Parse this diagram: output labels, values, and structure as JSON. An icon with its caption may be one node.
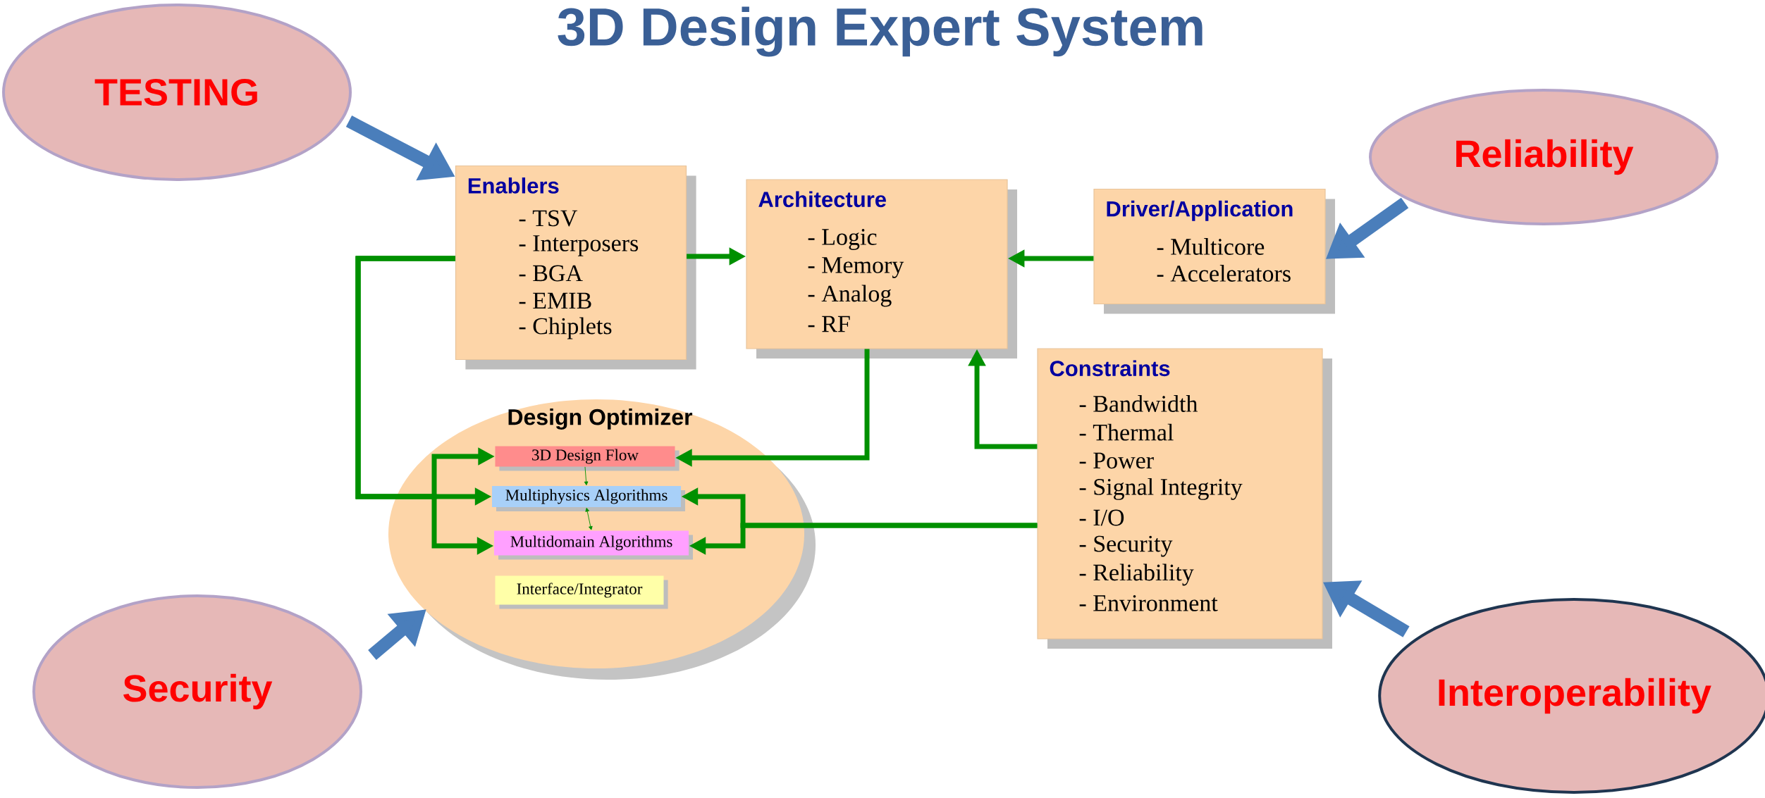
{
  "diagram": {
    "title": "3D Design Expert System",
    "nodes": [
      {
        "text": [
          "TESTING"
        ]
      },
      {
        "text": [
          "Reliability"
        ]
      },
      {
        "text": [
          "Security"
        ]
      },
      {
        "text": [
          "Interoperability"
        ]
      },
      {
        "text": [
          "Enablers",
          "- TSV",
          "- Interposers",
          "- BGA",
          "- EMIB",
          "- Chiplets"
        ]
      },
      {
        "text": [
          "Architecture",
          "- Logic",
          "- Memory",
          "- Analog",
          "- RF"
        ]
      },
      {
        "text": [
          "Driver/Application",
          "- Multicore",
          "- Accelerators"
        ]
      },
      {
        "text": [
          "Constraints",
          "- Bandwidth",
          "- Thermal",
          "- Power",
          "- Signal Integrity",
          "- I/O",
          "- Security",
          "- Reliability",
          "- Environment"
        ]
      },
      {
        "text": [
          "Design Optimizer"
        ]
      },
      {
        "text": [
          "3D Design Flow"
        ],
        "in": 8
      },
      {
        "text": [
          "Multiphysics Algorithms"
        ],
        "in": 8
      },
      {
        "text": [
          "Multidomain Algorithms"
        ],
        "in": 8
      },
      {
        "text": [
          "Interface/Integrator"
        ],
        "in": 8
      }
    ],
    "edges": [
      {
        "from": 0,
        "to": 4,
        "arrow": "to",
        "style": "thick",
        "color": "#4a7ebb"
      },
      {
        "from": 1,
        "to": 6,
        "arrow": "to",
        "style": "thick",
        "color": "#4a7ebb"
      },
      {
        "from": 2,
        "to": 8,
        "arrow": "to",
        "style": "thick",
        "color": "#4a7ebb"
      },
      {
        "from": 3,
        "to": 7,
        "arrow": "to",
        "style": "thick",
        "color": "#4a7ebb"
      },
      {
        "from": 4,
        "to": 5,
        "arrow": "to"
      },
      {
        "from": 6,
        "to": 5,
        "arrow": "to"
      },
      {
        "from": 5,
        "to": 9,
        "arrow": "to"
      },
      {
        "from": 7,
        "to": 5,
        "arrow": "to"
      },
      {
        "from": 7,
        "to": 10,
        "arrow": "to"
      },
      {
        "from": 7,
        "to": 11,
        "arrow": "to"
      },
      {
        "from": 4,
        "to": 10,
        "arrow": "to"
      },
      {
        "from": 4,
        "to": 9,
        "arrow": "to"
      },
      {
        "from": 4,
        "to": 11,
        "arrow": "to"
      },
      {
        "from": 9,
        "to": 10,
        "arrow": "to"
      },
      {
        "from": 10,
        "to": 11,
        "arrow": "both"
      }
    ]
  }
}
